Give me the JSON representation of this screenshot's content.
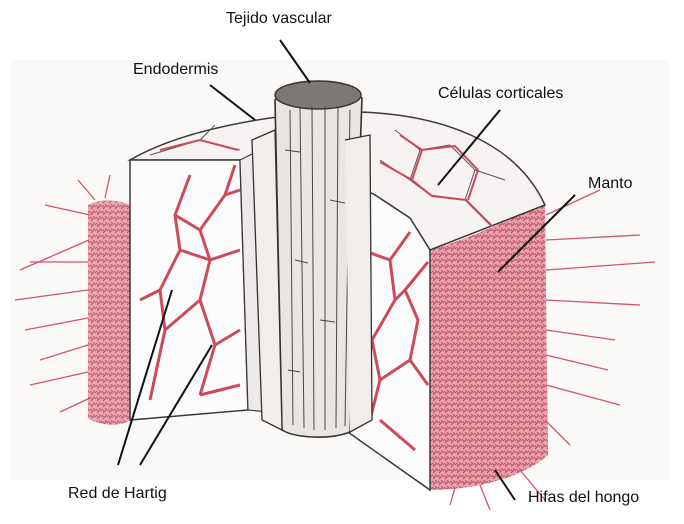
{
  "labels": {
    "tejido_vascular": "Tejido vascular",
    "endodermis": "Endodermis",
    "celulas_corticales": "Células corticales",
    "manto": "Manto",
    "red_de_hartig": "Red de Hartig",
    "hifas_del_hongo": "Hifas del hongo"
  },
  "colors": {
    "fungal_red": "#cc4a5c",
    "outline": "#3a3a3a",
    "background": "#ffffff"
  }
}
